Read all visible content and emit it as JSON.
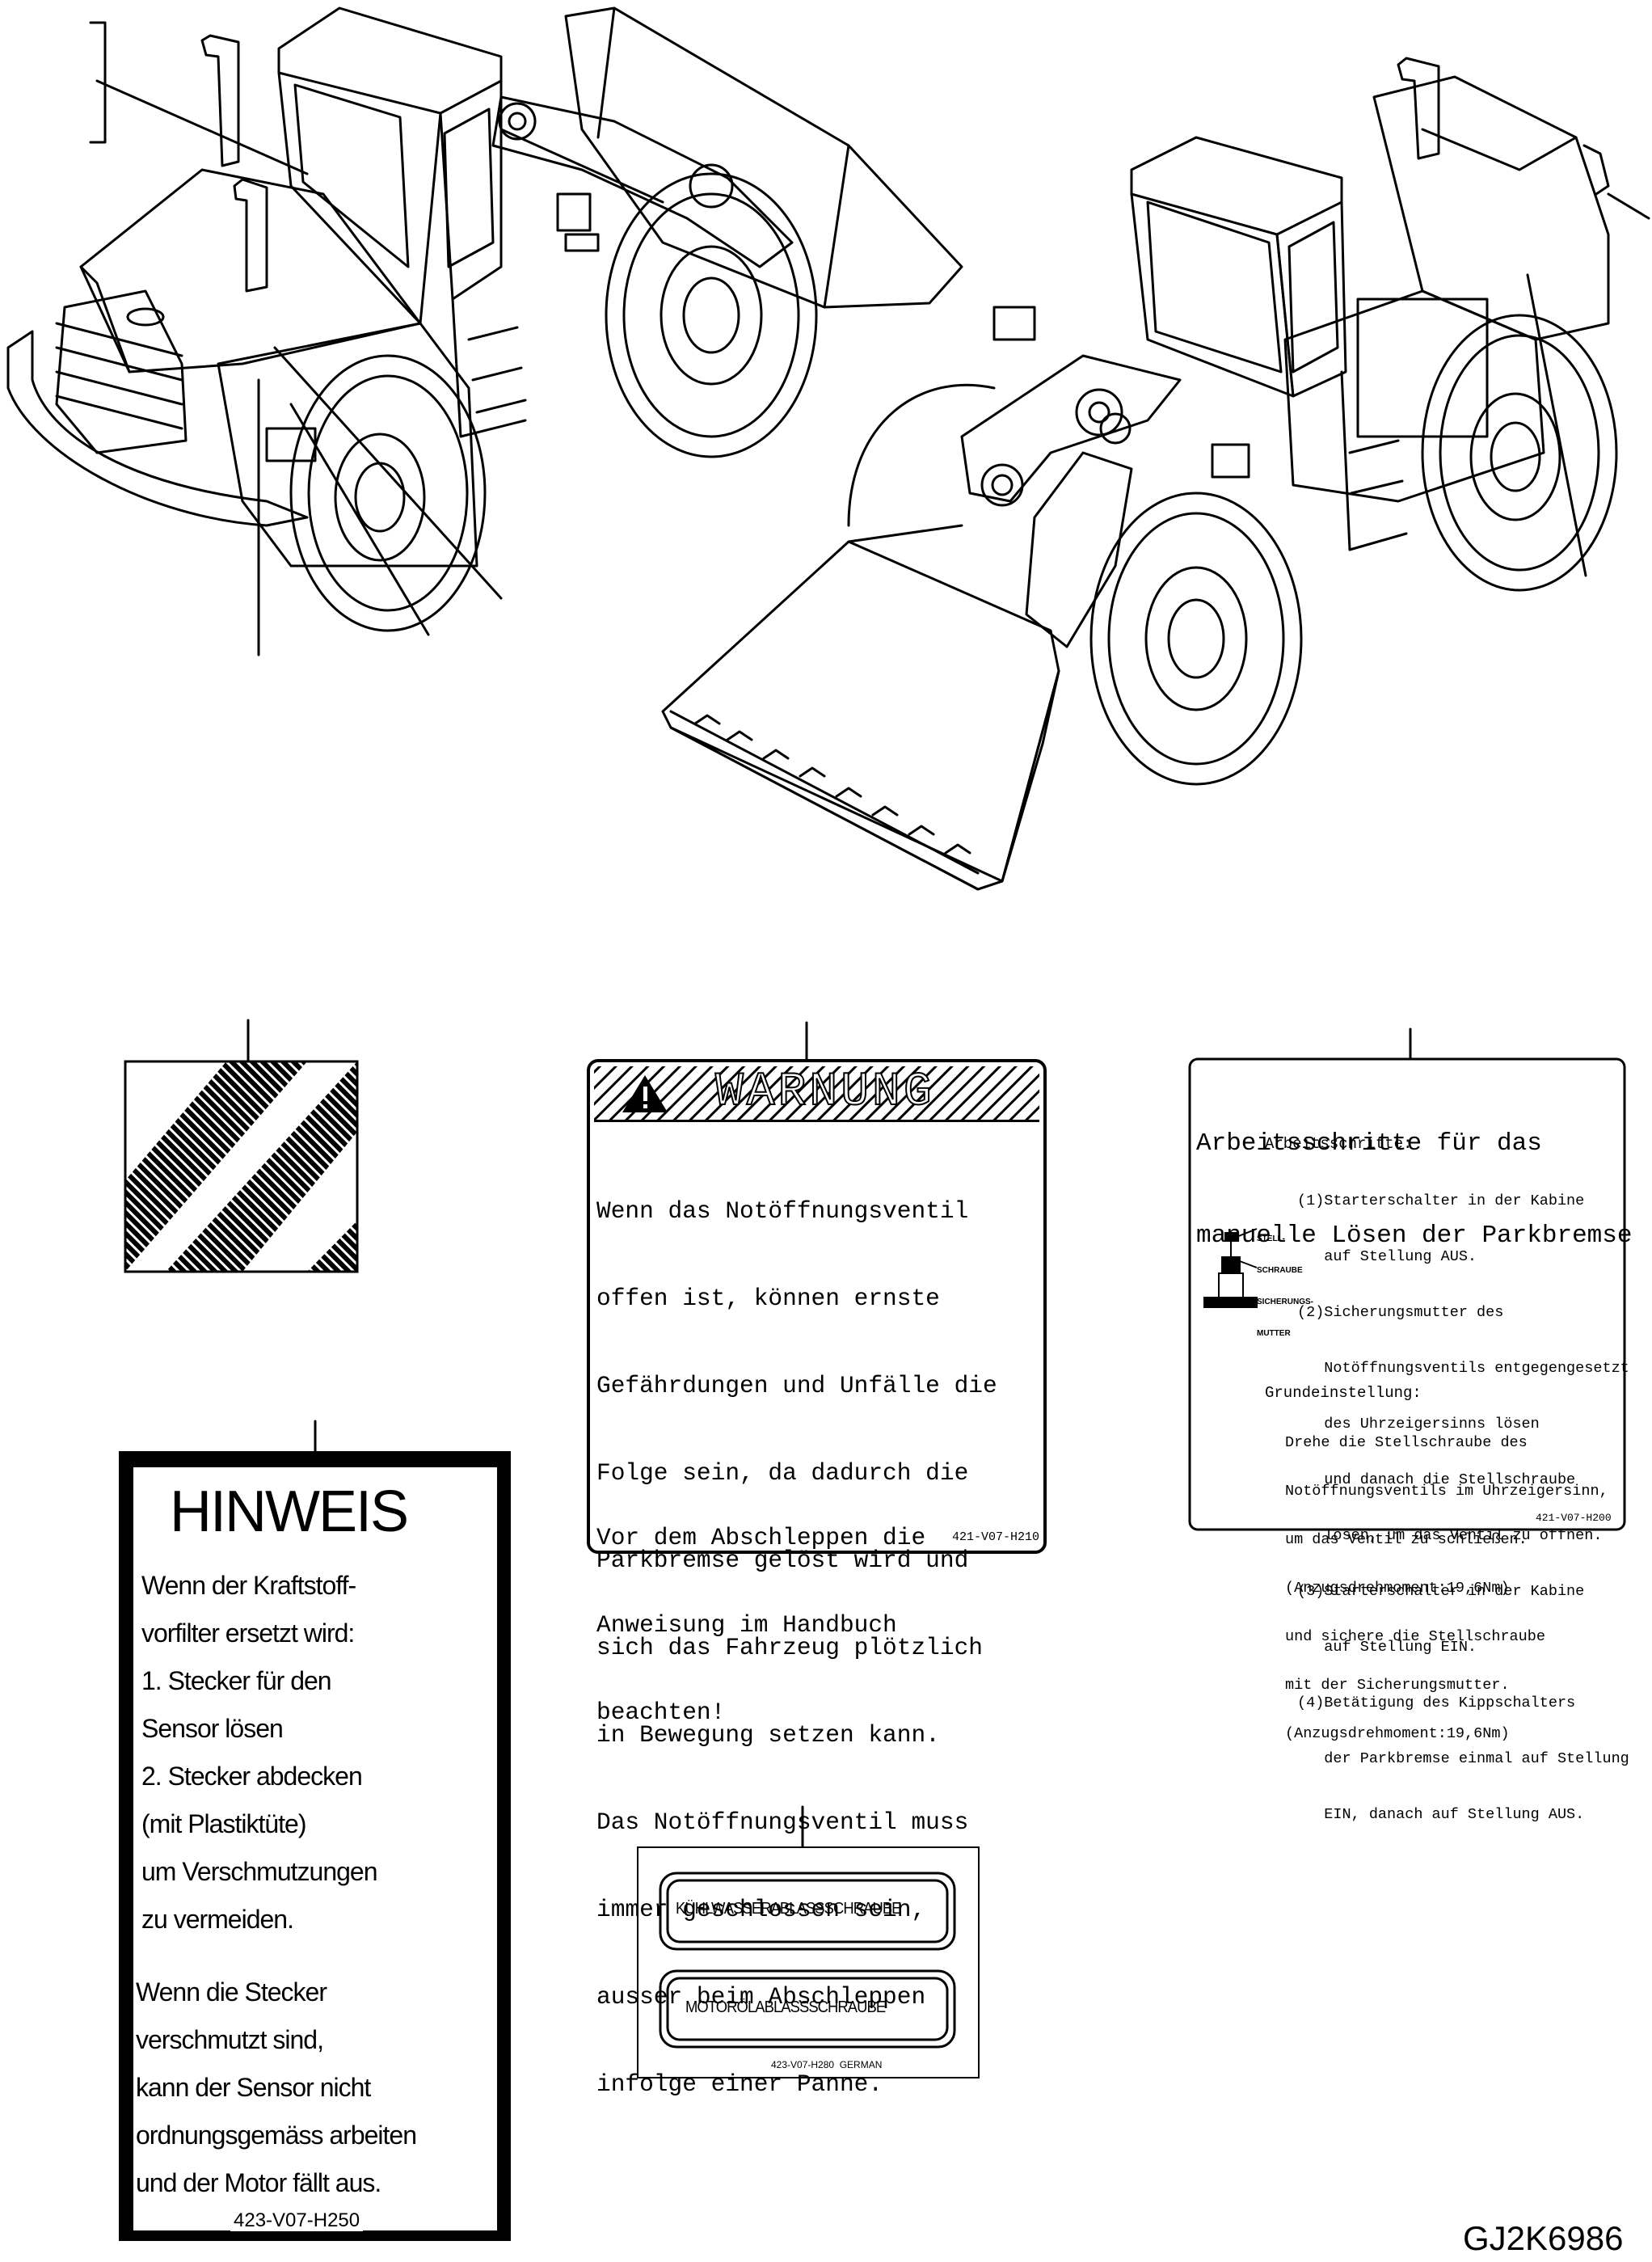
{
  "drawing_code": "GJ2K6986",
  "warning_label": {
    "title": "WARNUNG",
    "body": [
      "Wenn das Notöffnungsventil",
      "offen ist, können ernste",
      "Gefährdungen und Unfälle die",
      "Folge sein, da dadurch die",
      "Parkbremse gelöst wird und",
      "sich das Fahrzeug plötzlich",
      "in Bewegung setzen kann.",
      "Das Notöffnungsventil muss",
      "immer geschlossen sein,",
      "ausser beim Abschleppen",
      "infolge einer Panne."
    ],
    "body2": [
      "Vor dem Abschleppen die",
      "Anweisung im Handbuch",
      "beachten!"
    ],
    "code": "421-V07-H210"
  },
  "parking_label": {
    "title": [
      "Arbeitsschritte für das",
      "manuelle Lösen der Parkbremse"
    ],
    "steps_heading": "Arbeitsschritte:",
    "steps": [
      "(1)Starterschalter in der Kabine",
      "   auf Stellung AUS.",
      "(2)Sicherungsmutter des",
      "   Notöffnungsventils entgegengesetzt",
      "   des Uhrzeigersinns lösen",
      "   und danach die Stellschraube",
      "   lösen, um das Ventil zu öffnen.",
      "(3)Starterschalter in der Kabine",
      "   auf Stellung EIN.",
      "(4)Betätigung des Kippschalters",
      "   der Parkbremse einmal auf Stellung",
      "   EIN, danach auf Stellung AUS."
    ],
    "basic_heading": "Grundeinstellung:",
    "basic": [
      "Drehe die Stellschraube des",
      "Notöffnungsventils im Uhrzeigersinn,",
      "um das Ventil zu schließen.",
      "(Anzugsdrehmoment:19,6Nm)",
      "und sichere die Stellschraube",
      "mit der Sicherungsmutter.",
      "(Anzugsdrehmoment:19,6Nm)"
    ],
    "diagram_labels": [
      "STELL-",
      "SCHRAUBE",
      "SICHERUNGS-",
      "MUTTER"
    ],
    "code": "421-V07-H200"
  },
  "notice_label": {
    "title": "HINWEIS",
    "lines1": [
      "Wenn der Kraftstoff-",
      "vorfilter ersetzt wird:",
      "1. Stecker für den",
      "Sensor lösen",
      "2. Stecker abdecken",
      "(mit Plastiktüte)",
      "um Verschmutzungen",
      "zu vermeiden."
    ],
    "lines2": [
      "Wenn die Stecker",
      "verschmutzt sind,",
      "kann der Sensor nicht",
      "ordnungsgemäss arbeiten",
      "und der Motor fällt aus."
    ],
    "code": "423-V07-H250"
  },
  "drain_label": {
    "items": [
      "KÜHLWASSERABLASSSCHRAUBE",
      "MOTORÖLABLASSSCHRAUBE"
    ],
    "code": "423-V07-H280  GERMAN"
  },
  "colors": {
    "ink": "#000000",
    "paper": "#ffffff"
  }
}
